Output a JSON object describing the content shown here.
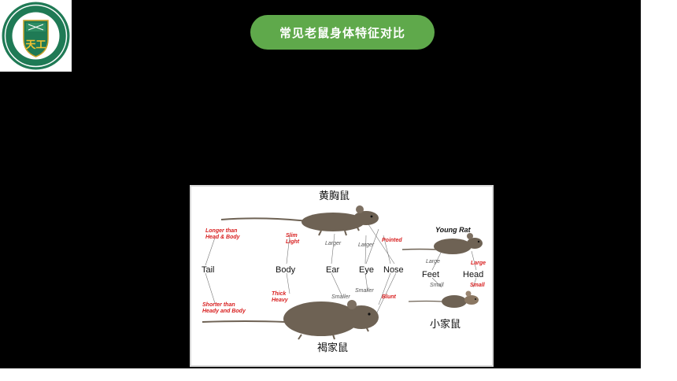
{
  "slide": {
    "title": "常见老鼠身体特征对比",
    "logo": {
      "text": "天工"
    }
  },
  "diagram": {
    "top_rat": "黄胸鼠",
    "bottom_rat": "褐家鼠",
    "small_rat": "小家鼠",
    "young_rat": "Young Rat",
    "features": [
      "Tail",
      "Body",
      "Ear",
      "Eye",
      "Nose",
      "Feet",
      "Head"
    ],
    "upper_notes": {
      "tail": [
        "Longer than",
        "Head & Body"
      ],
      "body": [
        "Slim",
        "Light"
      ],
      "ear": "Larger",
      "eye": "Larger",
      "nose": "Pointed",
      "feet": "Large",
      "head": "Large"
    },
    "lower_notes": {
      "tail": [
        "Shorter than",
        "Heady and Body"
      ],
      "body": [
        "Thick",
        "Heavy"
      ],
      "ear": "Smaller",
      "eye": "Smaller",
      "nose": "Blunt",
      "feet": "Small",
      "head": "Small"
    },
    "colors": {
      "red_note": "#d81e1e",
      "rat_fill": "#6e6254",
      "title_green": "#5fa94b"
    }
  }
}
